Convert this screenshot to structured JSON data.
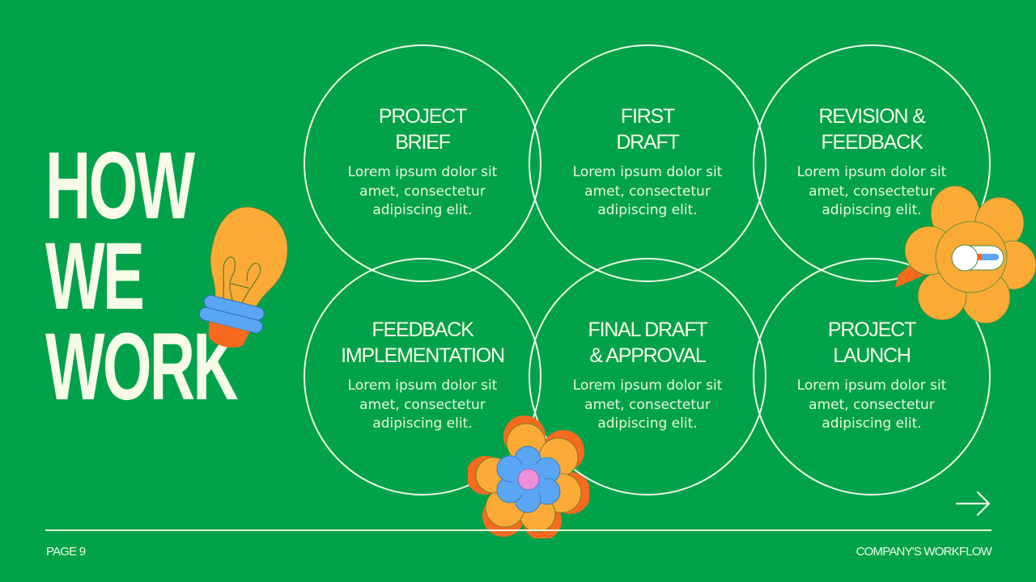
{
  "slide": {
    "title_lines": [
      "HOW",
      "WE",
      "WORK"
    ],
    "background_color": "#02a24b",
    "text_color": "#f7fbe8"
  },
  "steps": [
    {
      "title": "PROJECT\nBRIEF",
      "description": "Lorem ipsum dolor sit\namet, consectetur\nadipiscing elit."
    },
    {
      "title": "FIRST\nDRAFT",
      "description": "Lorem ipsum dolor sit\namet, consectetur\nadipiscing elit."
    },
    {
      "title": "REVISION &\nFEEDBACK",
      "description": "Lorem ipsum dolor sit\namet, consectetur\nadipiscing elit."
    },
    {
      "title": "FEEDBACK\nIMPLEMENTATION",
      "description": "Lorem ipsum dolor sit\namet, consectetur\nadipiscing elit."
    },
    {
      "title": "FINAL DRAFT\n& APPROVAL",
      "description": "Lorem ipsum dolor sit\namet, consectetur\nadipiscing elit."
    },
    {
      "title": "PROJECT\nLAUNCH",
      "description": "Lorem ipsum dolor sit\namet, consectetur\nadipiscing elit."
    }
  ],
  "footer": {
    "page_label": "PAGE 9",
    "section_label": "COMPANY'S WORKFLOW"
  },
  "icons": {
    "next": "arrow-right-icon",
    "lightbulb": "lightbulb-icon",
    "flower_orange": "flower-icon",
    "flower_layered": "layered-flower-icon"
  },
  "colors": {
    "orange": "#fbab35",
    "red_orange": "#f86a1e",
    "blue": "#5aa6f5",
    "pink": "#ee8fd9"
  }
}
